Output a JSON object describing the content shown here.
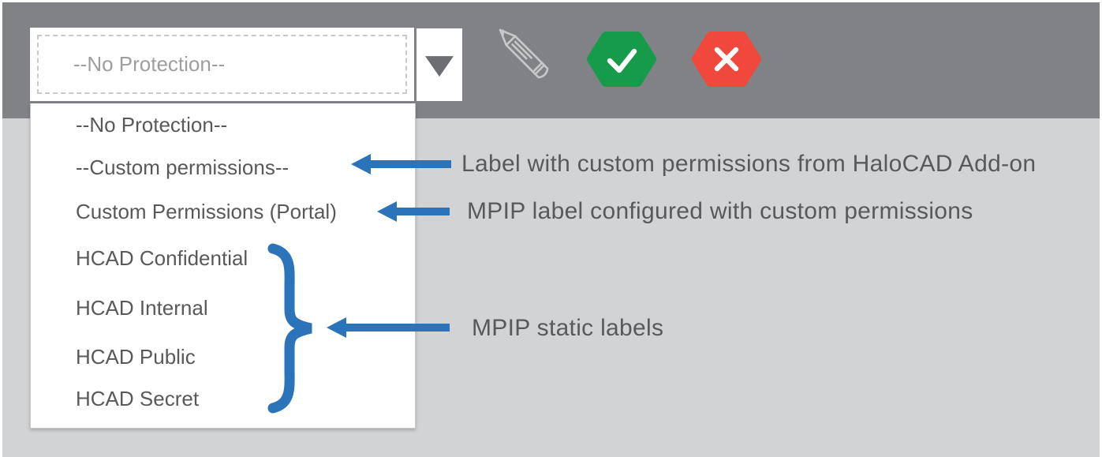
{
  "toolbar": {
    "protection_dropdown": {
      "value": "--No Protection--",
      "caret_icon": "caret-down-icon"
    },
    "icons": {
      "edit": "pencil-icon",
      "confirm": "check-icon",
      "cancel": "x-icon"
    }
  },
  "dropdown": {
    "items": [
      "--No Protection--",
      "--Custom permissions--",
      "Custom Permissions (Portal)",
      "HCAD Confidential",
      "HCAD Internal",
      "HCAD Public",
      "HCAD Secret"
    ]
  },
  "annotations": [
    {
      "text": "Label with custom permissions from HaloCAD Add-on",
      "points_to": "--Custom permissions--"
    },
    {
      "text": "MPIP label configured with custom permissions",
      "points_to": "Custom Permissions (Portal)"
    },
    {
      "text": "MPIP static labels",
      "points_to": "HCAD Confidential, HCAD Internal, HCAD Public, HCAD Secret"
    }
  ],
  "colors": {
    "toolbar_bg": "#808285",
    "content_bg": "#D1D3D4",
    "accent_blue": "#2B74B9",
    "success_green": "#169B4A",
    "danger_red": "#F0483D",
    "text_gray": "#58595B",
    "placeholder_gray": "#9C9EA1"
  }
}
